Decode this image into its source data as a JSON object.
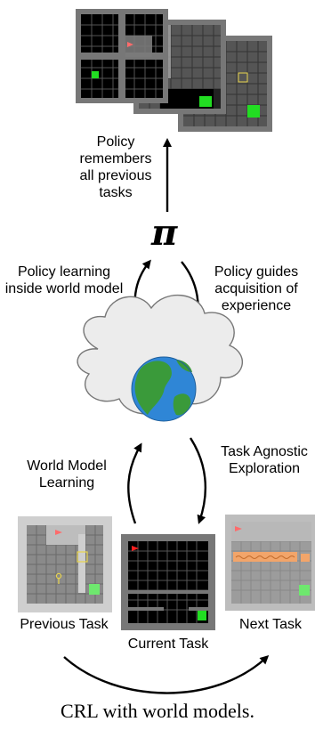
{
  "policy_symbol": "π",
  "labels": {
    "policy_remembers": "Policy remembers all previous tasks",
    "policy_learning": "Policy learning inside world model",
    "policy_guides": "Policy guides acquisition of experience",
    "world_model_learning": "World Model Learning",
    "task_agnostic": "Task Agnostic Exploration",
    "previous_task": "Previous Task",
    "current_task": "Current Task",
    "next_task": "Next Task"
  },
  "caption": "CRL with world models.",
  "colors": {
    "grid_dark": "#000000",
    "grid_gray": "#555555",
    "grid_light": "#bdbdbd",
    "goal_green": "#22dd22",
    "agent_red": "#ff6b6b",
    "key_yellow": "#e8d44d",
    "lava_orange": "#f2a56a",
    "cloud_fill": "#ececec",
    "earth_blue": "#2f86d6",
    "earth_green": "#3a9a3a"
  },
  "icons": [
    "earth-icon",
    "cloud-icon",
    "up-arrow-icon",
    "curved-arrow-icon"
  ]
}
